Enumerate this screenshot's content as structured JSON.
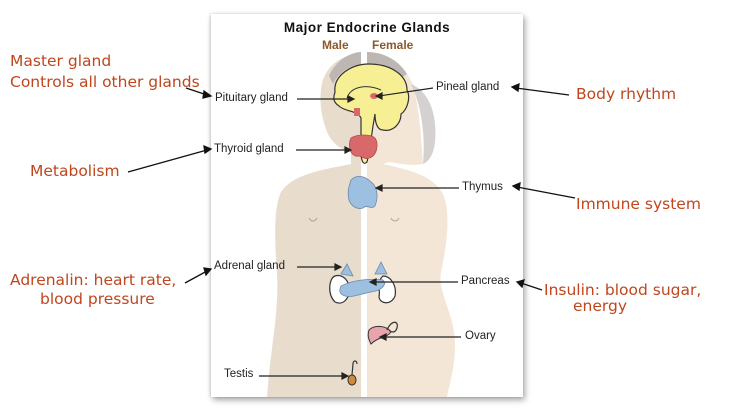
{
  "diagram": {
    "title": "Major Endocrine Glands",
    "subtitle_left": "Male",
    "subtitle_right": "Female",
    "labels": {
      "pituitary": "Pituitary gland",
      "pineal": "Pineal gland",
      "thyroid": "Thyroid gland",
      "thymus": "Thymus",
      "adrenal": "Adrenal gland",
      "pancreas": "Pancreas",
      "ovary": "Ovary",
      "testis": "Testis"
    }
  },
  "annotations": {
    "pituitary_line1": "Master gland",
    "pituitary_line2": "Controls all other glands",
    "pineal": "Body rhythm",
    "thyroid": "Metabolism",
    "thymus": "Immune system",
    "adrenal_line1": "Adrenalin: heart rate,",
    "adrenal_line2": "blood pressure",
    "pancreas_line1": "Insulin: blood sugar,",
    "pancreas_line2": "energy"
  },
  "colors": {
    "annotation": "#c0461e",
    "male_skin": "#e8dccd",
    "female_skin": "#f4e6d6",
    "brain": "#f7ef93",
    "thyroid": "#d9686a",
    "thymus": "#9dbfe0"
  }
}
